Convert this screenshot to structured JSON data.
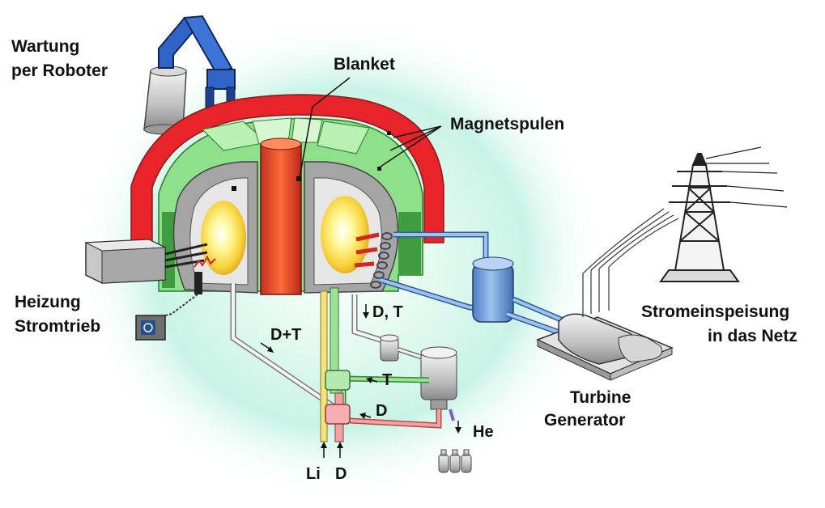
{
  "labels": {
    "wartung_line1": "Wartung",
    "wartung_line2": "per Roboter",
    "blanket": "Blanket",
    "magnetspulen": "Magnetspulen",
    "heizung_line1": "Heizung",
    "heizung_line2": "Stromtrieb",
    "strom_line1": "Stromeinspeisung",
    "strom_line2": "in das Netz",
    "turbine_line1": "Turbine",
    "turbine_line2": "Generator",
    "d_plus_t": "D+T",
    "d_comma_t": "D, T",
    "t": "T",
    "d_mid": "D",
    "he": "He",
    "li": "Li",
    "d_bottom": "D"
  },
  "colors": {
    "coil_red": "#e8232a",
    "blanket_green": "#8fe08a",
    "dark_green": "#3f9c3f",
    "vessel_grey": "#9c9c9c",
    "plasma_yellow": "#fff36a",
    "robot_blue": "#2f63c8",
    "pipe_blue": "#7aa8e0",
    "pipe_pink": "#e88a8a",
    "pipe_green": "#8fd88f",
    "background_glow": "#c9f3e6"
  }
}
